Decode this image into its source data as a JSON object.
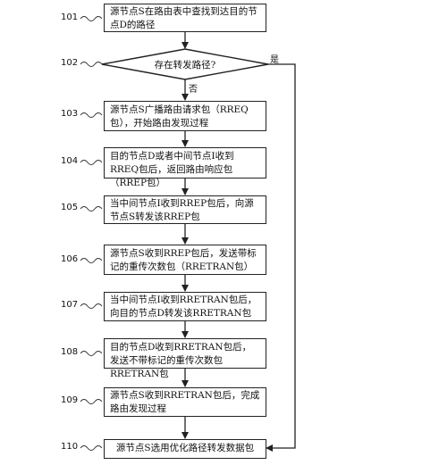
{
  "steps": [
    {
      "num": "101",
      "text": "源节点S在路由表中查找到达目的节点D的路径"
    },
    {
      "num": "102",
      "text": "存在转发路径?"
    },
    {
      "num": "103",
      "text": "源节点S广播路由请求包（RREQ包），开始路由发现过程"
    },
    {
      "num": "104",
      "text": "目的节点D或者中间节点I收到RREQ包后，返回路由响应包（RREP包）"
    },
    {
      "num": "105",
      "text": "当中间节点I收到RREP包后，向源节点S转发该RREP包"
    },
    {
      "num": "106",
      "text": "源节点S收到RREP包后，发送带标记的重传次数包（RRETRAN包）"
    },
    {
      "num": "107",
      "text": "当中间节点I收到RRETRAN包后，向目的节点D转发该RRETRAN包"
    },
    {
      "num": "108",
      "text": "目的节点D收到RRETRAN包后，发送不带标记的重传次数包RRETRAN包"
    },
    {
      "num": "109",
      "text": "源节点S收到RRETRAN包后，完成路由发现过程"
    },
    {
      "num": "110",
      "text": "源节点S选用优化路径转发数据包"
    }
  ],
  "branches": {
    "yes": "是",
    "no": "否"
  }
}
